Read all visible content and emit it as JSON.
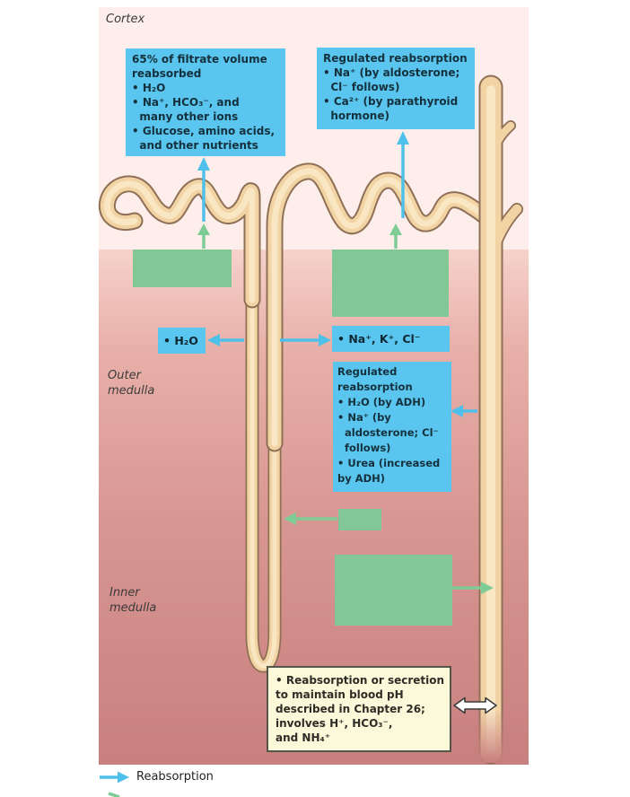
{
  "figure": {
    "region_labels": {
      "cortex": "Cortex",
      "outer_medulla": [
        "Outer",
        "medulla"
      ],
      "inner_medulla": [
        "Inner",
        "medulla"
      ]
    },
    "callouts": {
      "proximal_tubule": [
        "65% of filtrate volume",
        "reabsorbed",
        "• H₂O",
        "• Na⁺, HCO₃⁻, and",
        "  many other ions",
        "• Glucose, amino acids,",
        "  and other nutrients"
      ],
      "distal_tubule": [
        "Regulated reabsorption",
        "• Na⁺ (by aldosterone;",
        "  Cl⁻ follows)",
        "• Ca²⁺ (by parathyroid",
        "  hormone)"
      ],
      "descending_limb": "• H₂O",
      "ascending_limb": "• Na⁺, K⁺, Cl⁻",
      "collecting_duct": [
        "Regulated",
        "reabsorption",
        "• H₂O (by ADH)",
        "• Na⁺ (by",
        "  aldosterone; Cl⁻",
        "  follows)",
        "• Urea (increased",
        "by ADH)"
      ],
      "ph_note": [
        "• Reabsorption or secretion",
        "to maintain blood pH",
        "described in Chapter 26;",
        "involves H⁺, HCO₃⁻,",
        "and NH₄⁺"
      ]
    },
    "legend": {
      "reabsorption": "Reabsorption"
    },
    "colors": {
      "callout_blue": "#5ac5ee",
      "highlight_green": "#82c897",
      "arrow_blue": "#4fc0ea",
      "arrow_green": "#7ecb96",
      "tubule_cream": "#f1d3a4",
      "tubule_outline": "#8f7057",
      "cortex_pink": "#fdeeec",
      "inner_medulla_rose": "#c8807f",
      "note_cream": "#fcf9da"
    }
  }
}
